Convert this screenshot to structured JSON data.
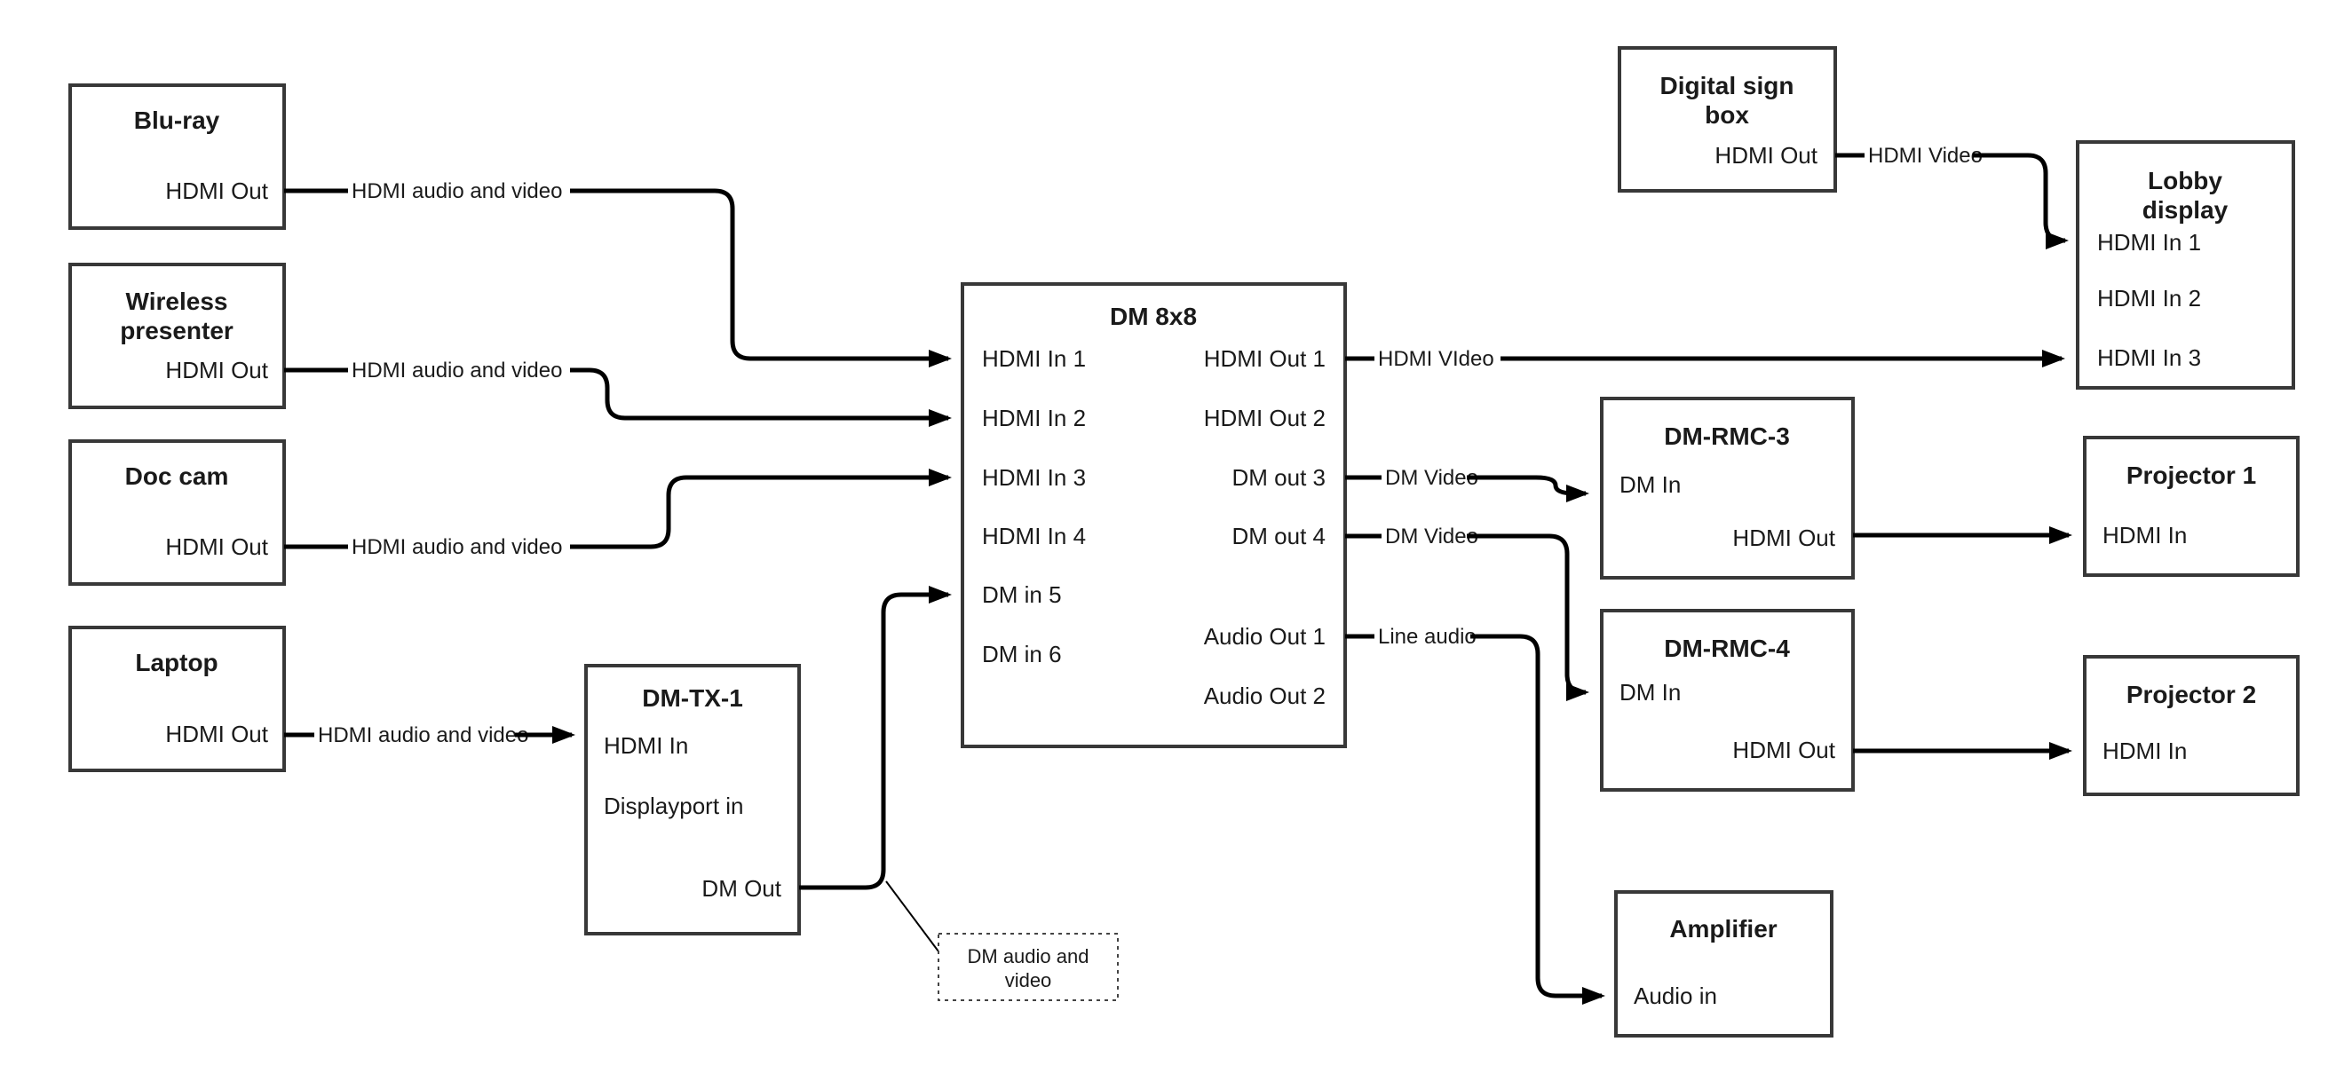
{
  "nodes": {
    "bluray": {
      "title": "Blu-ray",
      "ports": {
        "hdmi_out": "HDMI Out"
      }
    },
    "wireless": {
      "title_line1": "Wireless",
      "title_line2": "presenter",
      "ports": {
        "hdmi_out": "HDMI Out"
      }
    },
    "doccam": {
      "title": "Doc cam",
      "ports": {
        "hdmi_out": "HDMI Out"
      }
    },
    "laptop": {
      "title": "Laptop",
      "ports": {
        "hdmi_out": "HDMI Out"
      }
    },
    "dmtx1": {
      "title": "DM-TX-1",
      "ports": {
        "hdmi_in": "HDMI In",
        "displayport_in": "Displayport in",
        "dm_out": "DM Out"
      }
    },
    "dm8x8": {
      "title": "DM 8x8",
      "ports": {
        "in1": "HDMI In 1",
        "in2": "HDMI In 2",
        "in3": "HDMI In 3",
        "in4": "HDMI In 4",
        "in5": "DM in 5",
        "in6": "DM in 6",
        "out1": "HDMI Out 1",
        "out2": "HDMI Out 2",
        "out3": "DM out 3",
        "out4": "DM out 4",
        "audio1": "Audio Out 1",
        "audio2": "Audio Out 2"
      }
    },
    "digitalsign": {
      "title_line1": "Digital sign",
      "title_line2": "box",
      "ports": {
        "hdmi_out": "HDMI Out"
      }
    },
    "lobby": {
      "title_line1": "Lobby",
      "title_line2": "display",
      "ports": {
        "in1": "HDMI In 1",
        "in2": "HDMI In 2",
        "in3": "HDMI In 3"
      }
    },
    "dmrmc3": {
      "title": "DM-RMC-3",
      "ports": {
        "dm_in": "DM In",
        "hdmi_out": "HDMI Out"
      }
    },
    "proj1": {
      "title": "Projector 1",
      "ports": {
        "hdmi_in": "HDMI In"
      }
    },
    "dmrmc4": {
      "title": "DM-RMC-4",
      "ports": {
        "dm_in": "DM In",
        "hdmi_out": "HDMI Out"
      }
    },
    "proj2": {
      "title": "Projector 2",
      "ports": {
        "hdmi_in": "HDMI In"
      }
    },
    "amplifier": {
      "title": "Amplifier",
      "ports": {
        "audio_in": "Audio in"
      }
    }
  },
  "wire_labels": {
    "bluray_wire": "HDMI audio and video",
    "wireless_wire": "HDMI audio and video",
    "doccam_wire": "HDMI audio and video",
    "laptop_wire": "HDMI audio and video",
    "hdmi_out1_wire": "HDMI VIdeo",
    "dm_out3_wire": "DM Video",
    "dm_out4_wire": "DM Video",
    "audio_out1_wire": "Line audio",
    "digitalsign_wire": "HDMI Video"
  },
  "annotation": {
    "line1": "DM audio and",
    "line2": "video"
  },
  "colors": {
    "wire": "#000000",
    "box_border": "#383838",
    "text": "#1a1a1a",
    "background": "#ffffff"
  }
}
